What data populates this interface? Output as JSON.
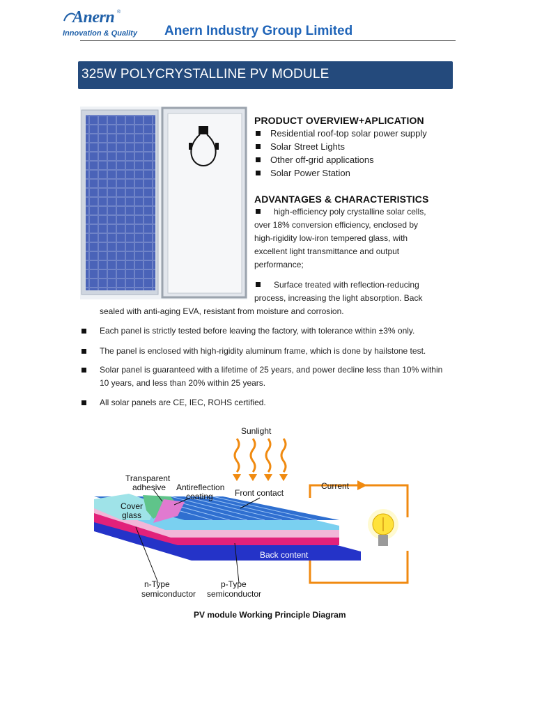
{
  "header": {
    "logo_word": "Anern",
    "logo_reg": "®",
    "logo_tagline": "Innovation & Quality",
    "company_name": "Anern Industry Group Limited"
  },
  "title": "325W POLYCRYSTALLINE PV MODULE",
  "overview": {
    "heading": "PRODUCT OVERVIEW+APLICATION",
    "items": [
      "Residential roof-top solar power supply",
      "Solar Street Lights",
      "Other off-grid applications",
      "Solar Power Station"
    ]
  },
  "advantages": {
    "heading": "ADVANTAGES & CHARACTERISTICS",
    "p1_lines": [
      "high-efficiency poly crystalline solar cells,",
      "over 18% conversion efficiency, enclosed by",
      "high-rigidity low-iron tempered glass, with",
      "excellent light transmittance and output",
      "performance;"
    ],
    "p2_lines": [
      "Surface treated with reflection-reducing",
      "process, increasing the light absorption. Back",
      "sealed with anti-aging EVA, resistant from moisture and corrosion."
    ],
    "items": [
      "Each panel is strictly tested before leaving the factory, with tolerance within ±3% only.",
      "The panel is enclosed with high-rigidity aluminum frame, which is done by hailstone test.",
      "Solar panel is guaranteed with a lifetime of 25 years, and power decline less than 10% within 10 years, and less than 20% within 25 years.",
      "All solar panels are CE, IEC, ROHS certified."
    ]
  },
  "diagram": {
    "sunlight": "Sunlight",
    "transparent_1": "Transparent",
    "transparent_2": "adhesive",
    "antireflection_1": "Antireflection",
    "antireflection_2": "coating",
    "front_contact": "Front contact",
    "current": "Current",
    "cover_1": "Cover",
    "cover_2": "glass",
    "back_content": "Back content",
    "ntype_1": "n-Type",
    "ntype_2": "semiconductor",
    "ptype_1": "p-Type",
    "ptype_2": "semiconductor",
    "caption": "PV module Working Principle Diagram",
    "colors": {
      "cells": "#2f6fd0",
      "pink_layer": "#e2217a",
      "blue_layer": "#2433c8",
      "cover_glass": "#9fe3e8",
      "adhesive": "#5fc48a",
      "coating": "#e07ad0",
      "sun_arrows": "#f08a10",
      "wire": "#f08a10",
      "bulb": "#ffe23a"
    }
  }
}
